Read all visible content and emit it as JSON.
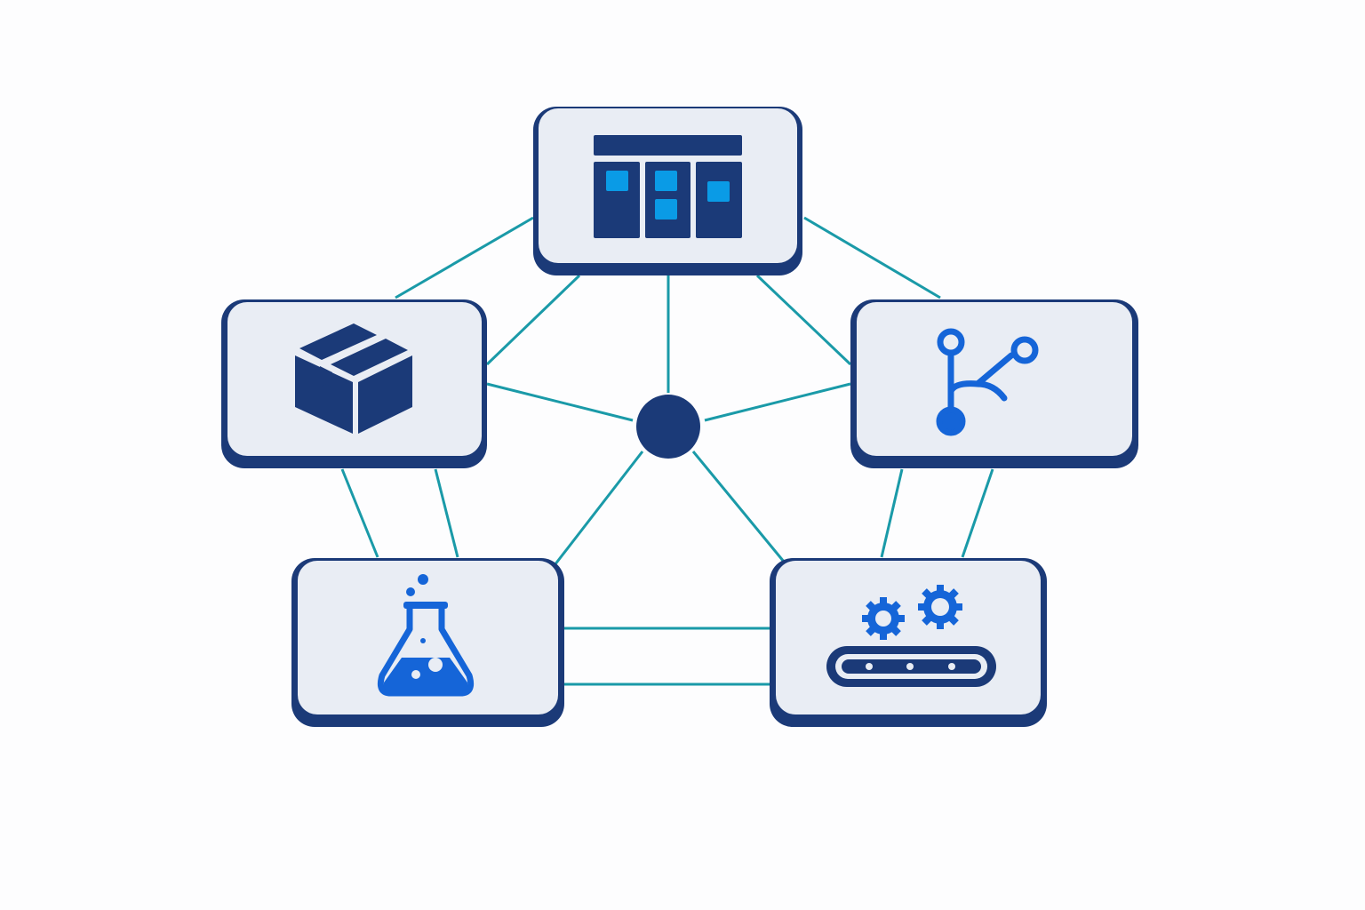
{
  "colors": {
    "background": "#fdfdfe",
    "card_fill": "#e9edf4",
    "card_border": "#1b3a78",
    "connector": "#1a9aa8",
    "hub": "#1b3a78",
    "icon_dark": "#1b3a78",
    "icon_blue": "#1565d8",
    "icon_cyan": "#0a9be6"
  },
  "hub": {
    "icon": "hub-node"
  },
  "nodes": [
    {
      "id": "top",
      "icon": "kanban-board-icon"
    },
    {
      "id": "left",
      "icon": "package-box-icon"
    },
    {
      "id": "right",
      "icon": "git-branch-icon"
    },
    {
      "id": "bottom-left",
      "icon": "lab-flask-icon"
    },
    {
      "id": "bottom-right",
      "icon": "gears-conveyor-icon"
    }
  ]
}
